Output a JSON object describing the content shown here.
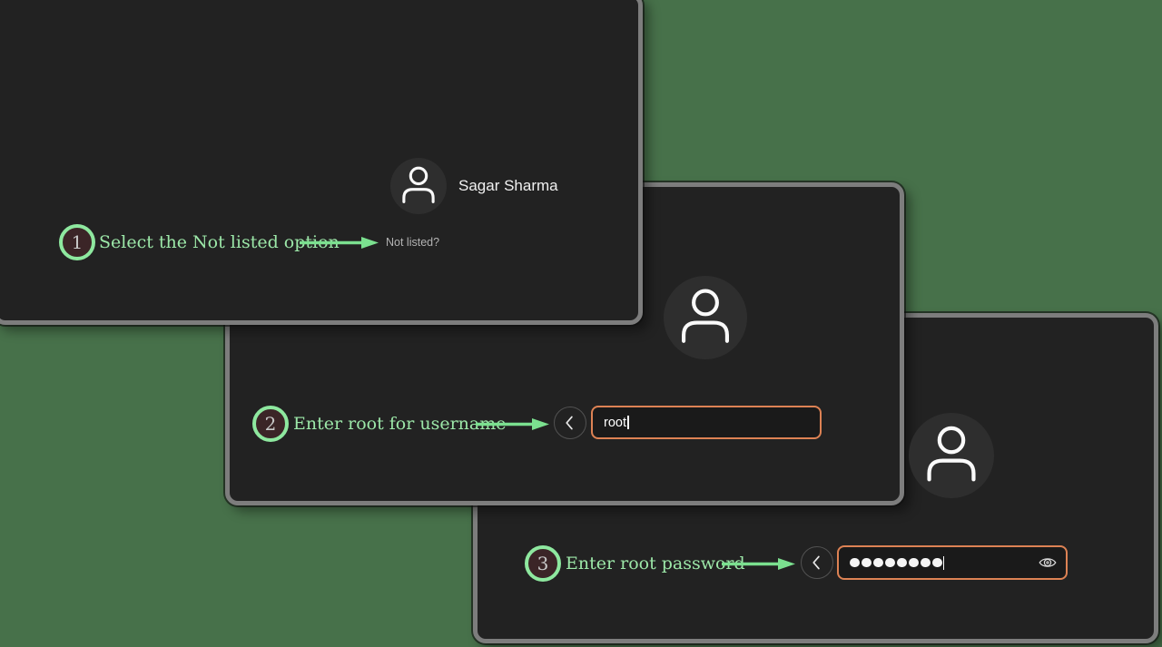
{
  "colors": {
    "background": "#47714a",
    "panel": "#222222",
    "panel_border": "#7d7d7d",
    "annotation_green": "#9ce7a8",
    "badge_ring": "#8ee89f",
    "badge_fill": "#3b2527",
    "input_border": "#dd8254"
  },
  "annotations": {
    "step1": {
      "number": "1",
      "label": "Select the Not listed option"
    },
    "step2": {
      "number": "2",
      "label": "Enter root for username"
    },
    "step3": {
      "number": "3",
      "label": "Enter root password"
    }
  },
  "screen1": {
    "user_name": "Sagar Sharma",
    "not_listed_label": "Not listed?"
  },
  "screen2": {
    "username_value": "root"
  },
  "screen3": {
    "password_char_count": 8
  }
}
